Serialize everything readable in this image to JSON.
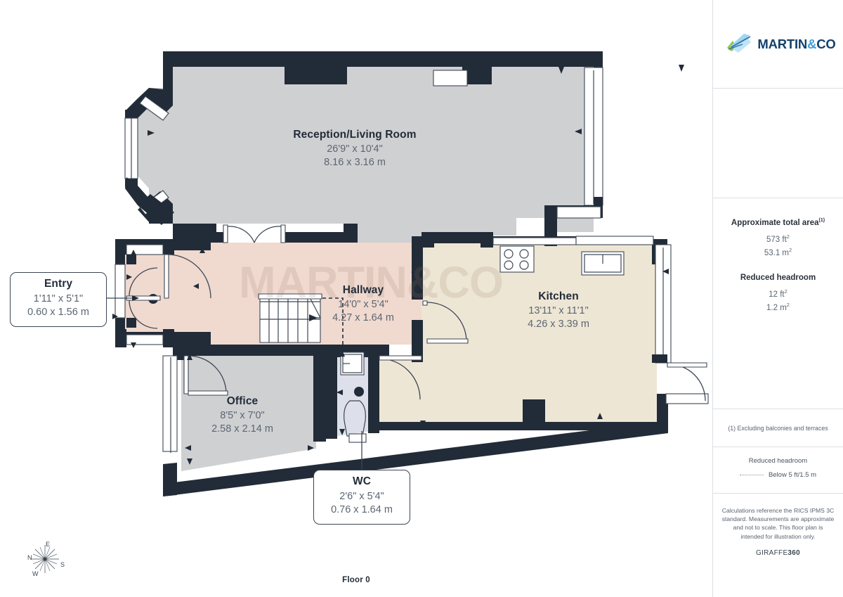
{
  "branding": {
    "logo_text_primary": "MARTIN",
    "logo_text_amp": "&",
    "logo_text_secondary": "CO",
    "watermark": "MARTIN&CO",
    "provider": "GIRAFFE",
    "provider_bold": "360"
  },
  "sidebar": {
    "area_heading": "Approximate total area",
    "area_heading_sup": "(1)",
    "area_sqft": "573 ft",
    "area_sqft_sup": "2",
    "area_sqm": "53.1 m",
    "area_sqm_sup": "2",
    "headroom_heading": "Reduced headroom",
    "headroom_sqft": "12 ft",
    "headroom_sqft_sup": "2",
    "headroom_sqm": "1.2 m",
    "headroom_sqm_sup": "2",
    "footnote": "(1) Excluding balconies and terraces",
    "legend_title": "Reduced headroom",
    "legend_label": "Below 5 ft/1.5 m",
    "disclaimer": "Calculations reference the RICS IPMS 3C standard. Measurements are approximate and not to scale. This floor plan is intended for illustration only."
  },
  "plan": {
    "floor_label": "Floor 0",
    "compass": {
      "n": "N",
      "e": "E",
      "s": "S",
      "w": "W"
    },
    "rooms": [
      {
        "key": "reception",
        "name": "Reception/Living Room",
        "dim_imperial": "26'9\" x 10'4\"",
        "dim_metric": "8.16 x 3.16 m",
        "fill": "#cfd0d2"
      },
      {
        "key": "entry",
        "name": "Entry",
        "dim_imperial": "1'11\" x 5'1\"",
        "dim_metric": "0.60 x 1.56 m",
        "fill": "#f0d9cf"
      },
      {
        "key": "hallway",
        "name": "Hallway",
        "dim_imperial": "14'0\" x 5'4\"",
        "dim_metric": "4.27 x 1.64 m",
        "fill": "#f0d9cf"
      },
      {
        "key": "kitchen",
        "name": "Kitchen",
        "dim_imperial": "13'11\" x 11'1\"",
        "dim_metric": "4.26 x 3.39 m",
        "fill": "#eee6d5"
      },
      {
        "key": "office",
        "name": "Office",
        "dim_imperial": "8'5\" x 7'0\"",
        "dim_metric": "2.58 x 2.14 m",
        "fill": "#cfd0d2"
      },
      {
        "key": "wc",
        "name": "WC",
        "dim_imperial": "2'6\" x 5'4\"",
        "dim_metric": "0.76 x 1.64 m",
        "fill": "#dde0ea"
      }
    ]
  },
  "colors": {
    "wall": "#222c38",
    "brand_dark": "#12426b",
    "brand_light": "#3f9fd4",
    "logo_green": "#7ab828",
    "text_primary": "#222c38",
    "text_secondary": "#5c6672",
    "divider": "#dcdfe3"
  }
}
